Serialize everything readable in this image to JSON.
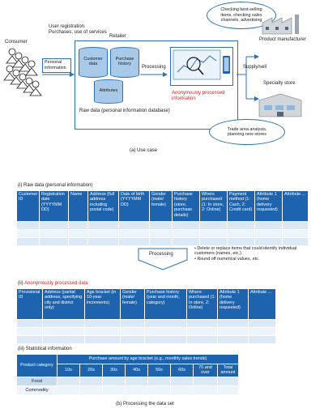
{
  "use_case": {
    "user_registration": "User registration:",
    "purchases_use": "Purchases, use of services",
    "consumer": "Consumer",
    "personal_info_1": "Personal",
    "personal_info_2": "information",
    "retailer": "Retailer",
    "customer_data_1": "Customer",
    "customer_data_2": "data",
    "purchase_history_1": "Purchase",
    "purchase_history_2": "history",
    "attributes": "Attributes",
    "raw_data": "Raw data (personal information database)",
    "processing": "Processing",
    "anon_1": "Anonymously processed",
    "anon_2": "information",
    "supply_sell": "Supply/sell",
    "manufacturer_callout": [
      "Checking best-selling",
      "items, checking sales",
      "channels, advertising"
    ],
    "product_manufacturer": "Product manufacturer",
    "specialty_store": "Specialty store",
    "store_callout": [
      "Trade area analysis,",
      "planning new stores"
    ],
    "caption": "(a) Use case"
  },
  "table_raw": {
    "title": "(i) Raw data (personal information)",
    "headers": [
      "Customer ID",
      "Registration date (YYYYMM DD)",
      "Name",
      "Address (full address including postal code)",
      "Date of birth (YYYYMM DD)",
      "Gender (male/ female)",
      "Purchase history (store, purchase details)",
      "Where purchased (1: In store, 2: Online)",
      "Payment method (1: Cash, 2: Credit card)",
      "Attribute 1 (home delivery requested)",
      "Attribute ..."
    ]
  },
  "processing": {
    "label": "Processing",
    "bullets": [
      "• Delete or replace items that could identify individual customers (names, etc.).",
      "• Round off numerical values, etc."
    ]
  },
  "table_anon": {
    "title_prefix": "(ii) ",
    "title_red": "Anonymously processed data",
    "headers": [
      "Provisional ID",
      "Address (partial address, specifying city and district only)",
      "Age bracket (in 10-year increments)",
      "Gender (male/ female)",
      "Purchase history (year and month, category)",
      "Where purchased (1: In store, 2: Online)",
      "Attribute 1 (home delivery requested)",
      "Attribute ..."
    ]
  },
  "table_stats": {
    "title": "(iii) Statistical information",
    "category_header": "Product category",
    "group_header": "Purchase amount by age bracket (e.g., monthly sales trends)",
    "ages": [
      "10s",
      "20s",
      "30s",
      "40s",
      "50s",
      "60s",
      "70 and over",
      "Total amount"
    ],
    "rows": [
      "Food",
      "Commodity"
    ]
  },
  "caption_b": "(b) Processing the data set",
  "colors": {
    "accent": "#1e63ad",
    "light": "#a9c9e8",
    "highlight": "#e02020"
  }
}
